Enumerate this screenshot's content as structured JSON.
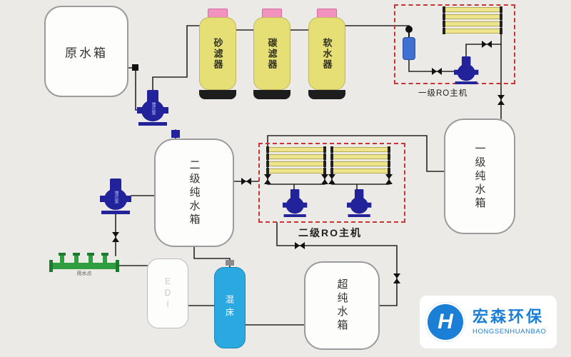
{
  "colors": {
    "background": "#eceae6",
    "pipe": "#262626",
    "tank_fill": "#fdfdfc",
    "tank_border": "#9b9b9b",
    "filter_body_yellow": "#e6df76",
    "filter_cap_pink": "#f293bf",
    "filter_base_black": "#1d1d1d",
    "ro_box_dashed_red": "#c43535",
    "membrane_yellow": "#eee48c",
    "pump_navy": "#22229a",
    "cartridge_blue": "#3f6fd0",
    "mixed_bed_blue": "#2aa9e0",
    "manifold_green": "#2f9e41",
    "logo_blue": "#1b7fd6"
  },
  "components": {
    "raw_tank": {
      "label": "原水箱"
    },
    "pump1": {
      "label": "增压泵"
    },
    "pump2": {
      "label": "增压泵"
    },
    "filters": [
      {
        "label": "砂滤器"
      },
      {
        "label": "碳滤器"
      },
      {
        "label": "软水器"
      }
    ],
    "ro_stage1": {
      "label": "一级RO主机"
    },
    "ro_stage2": {
      "label": "二级RO主机"
    },
    "pure_tank_stage1": {
      "label": "一级纯水箱"
    },
    "pure_tank_stage2": {
      "label": "二级纯水箱"
    },
    "ultra_pure_tank": {
      "label": "超纯水箱"
    },
    "mixed_bed": {
      "label": "混床"
    },
    "edi_unit": {
      "label": "EDI"
    },
    "water_points": {
      "label": "用水点"
    }
  },
  "logo": {
    "monogram": "H",
    "brand": "宏森环保",
    "subtitle": "HONGSENHUANBAO"
  }
}
